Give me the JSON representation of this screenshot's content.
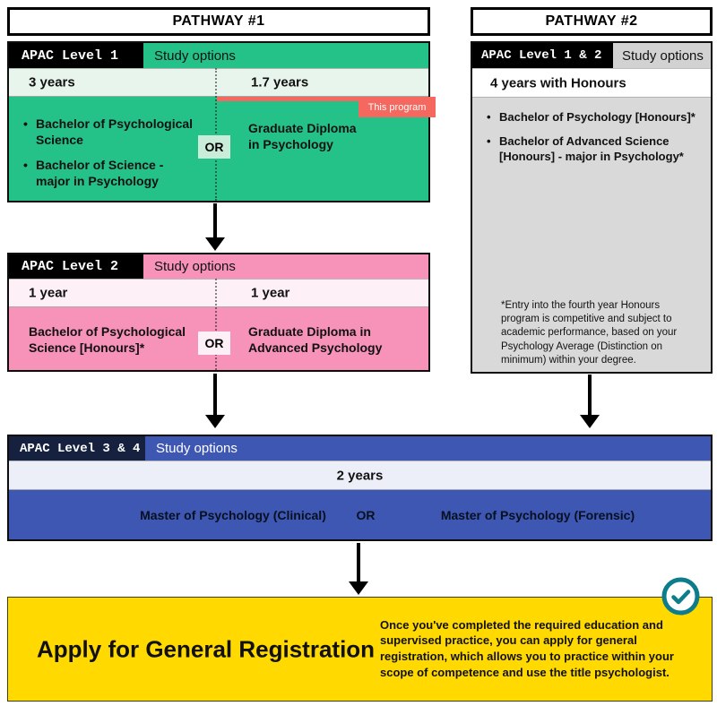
{
  "pathway1": {
    "title": "PATHWAY #1",
    "level1": {
      "label": "APAC Level 1",
      "study_options": "Study options",
      "duration_left": "3 years",
      "duration_right": "1.7 years",
      "this_program_tag": "This program",
      "or_label": "OR",
      "options_left": [
        "Bachelor of Psychological Science",
        "Bachelor of Science - major in Psychology"
      ],
      "option_right": "Graduate Diploma in Psychology"
    },
    "level2": {
      "label": "APAC Level 2",
      "study_options": "Study options",
      "duration_left": "1 year",
      "duration_right": "1 year",
      "or_label": "OR",
      "option_left": "Bachelor of Psychological Science [Honours]*",
      "option_right": "Graduate Diploma in Advanced Psychology"
    }
  },
  "pathway2": {
    "title": "PATHWAY #2",
    "label": "APAC Level 1 & 2",
    "study_options": "Study options",
    "duration": "4 years with Honours",
    "options": [
      "Bachelor of Psychology [Honours]*",
      "Bachelor of Advanced Science [Honours] - major in Psychology*"
    ],
    "footnote": "*Entry into the fourth year Honours program is competitive and subject to academic performance, based on your Psychology Average (Distinction on minimum) within your degree."
  },
  "level34": {
    "label": "APAC Level 3 & 4",
    "study_options": "Study options",
    "duration": "2 years",
    "or_label": "OR",
    "option_left": "Master of Psychology (Clinical)",
    "option_right": "Master of Psychology (Forensic)"
  },
  "registration": {
    "title": "Apply for General Registration",
    "description": "Once you've completed the required education and supervised practice, you can apply for general registration, which allows you to practice within your scope of competence and use the title psychologist.",
    "check_icon": "check-circle-icon"
  },
  "colors": {
    "green": "#24c189",
    "green_light": "#e7f5ed",
    "pink": "#f792b8",
    "pink_light": "#fdf1f7",
    "blue": "#3e57b3",
    "blue_light": "#edeff8",
    "navy": "#15213e",
    "gray": "#d9d9d9",
    "yellow": "#ffd900",
    "red": "#f4685f",
    "teal": "#0e7d8b"
  }
}
